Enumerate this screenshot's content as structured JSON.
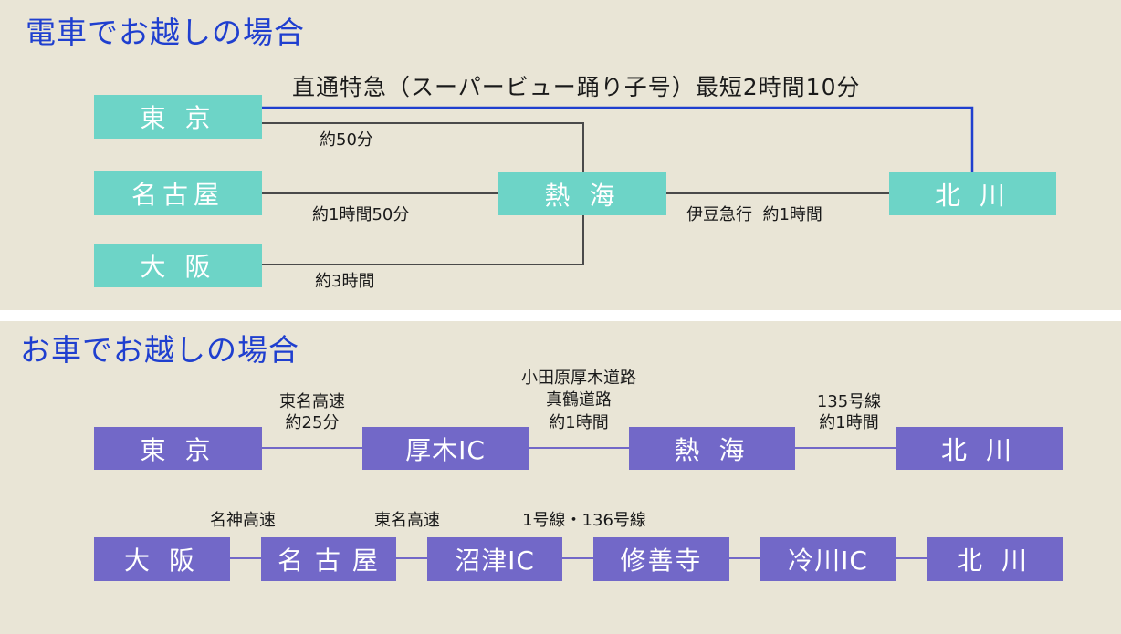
{
  "train": {
    "title": "電車でお越しの場合",
    "stations": {
      "tokyo": "東 京",
      "nagoya": "名古屋",
      "osaka": "大 阪",
      "atami": "熱 海",
      "hokkawa": "北 川"
    },
    "express_label": "直通特急（スーパービュー踊り子号）最短2時間10分",
    "times": {
      "tokyo_atami": "約50分",
      "nagoya_atami": "約1時間50分",
      "osaka_atami": "約3時間",
      "atami_hokkawa": "伊豆急行  約1時間"
    },
    "colors": {
      "box": "#6dd4c7",
      "express_line": "#1f3fcf",
      "line": "#4a4a4a"
    }
  },
  "car": {
    "title": "お車でお越しの場合",
    "route1": {
      "stops": [
        "東 京",
        "厚木IC",
        "熱 海",
        "北 川"
      ],
      "segments": [
        [
          "東名高速",
          "約25分"
        ],
        [
          "小田原厚木道路",
          "真鶴道路",
          "約1時間"
        ],
        [
          "135号線",
          "約1時間"
        ]
      ]
    },
    "route2": {
      "stops": [
        "大 阪",
        "名 古 屋",
        "沼津IC",
        "修善寺",
        "冷川IC",
        "北 川"
      ],
      "segments": [
        "名神高速",
        "東名高速",
        "1号線・136号線"
      ]
    },
    "colors": {
      "box": "#7268c8",
      "line": "#7268c8"
    }
  }
}
